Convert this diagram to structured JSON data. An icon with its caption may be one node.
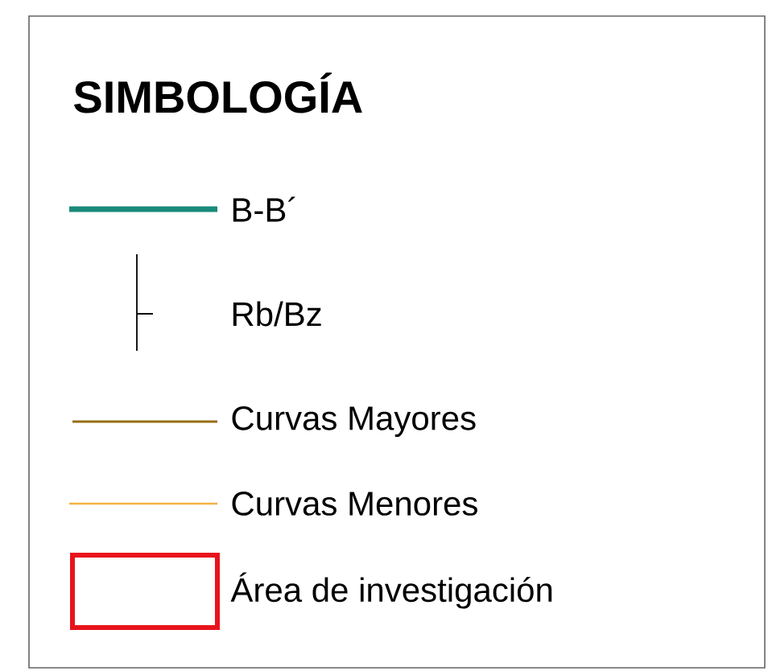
{
  "diagram": {
    "title": "SIMBOLOGÍA",
    "legend": [
      {
        "text": "B-B´"
      },
      {
        "text": "Rb/Bz"
      },
      {
        "text": "Curvas Mayores"
      },
      {
        "text": "Curvas Menores"
      },
      {
        "text": "Área de investigación"
      }
    ]
  }
}
